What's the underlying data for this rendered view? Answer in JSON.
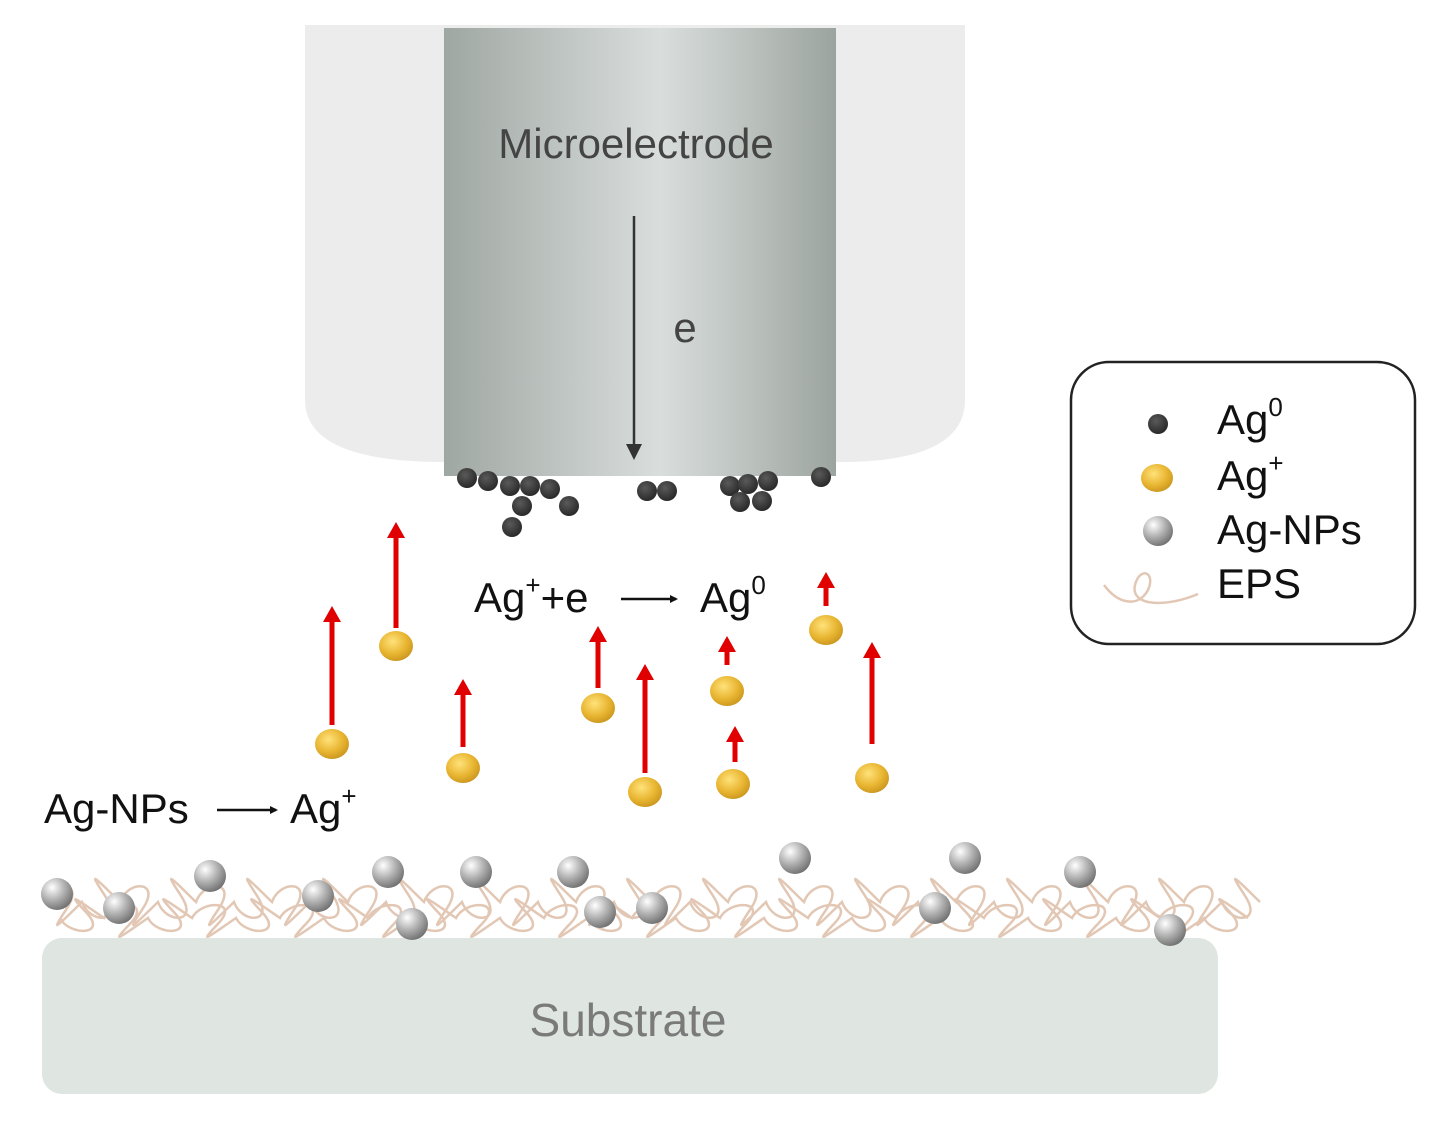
{
  "labels": {
    "microelectrode": "Microelectrode",
    "electron": "e",
    "substrate": "Substrate"
  },
  "reactions": {
    "reduction": {
      "left": "Ag",
      "left_sup": "+",
      "left_tail": "+e",
      "right": "Ag",
      "right_sup": "0"
    },
    "oxidation": {
      "left": "Ag-NPs",
      "right": "Ag",
      "right_sup": "+"
    }
  },
  "legend": [
    {
      "symbol": "dark-dot",
      "text": "Ag",
      "sup": "0"
    },
    {
      "symbol": "gold-dot",
      "text": "Ag",
      "sup": "+"
    },
    {
      "symbol": "gray-dot",
      "text": "Ag-NPs",
      "sup": ""
    },
    {
      "symbol": "fiber",
      "text": "EPS",
      "sup": ""
    }
  ],
  "colors": {
    "ag0": "#3a3a3a",
    "ag_plus": "#e3b233",
    "ag_np": "#9a9a9a",
    "eps": "#e2c7b4",
    "arrow": "#e00000",
    "substrate": "#dfe5e1",
    "electrode_core": "#a9b0ac",
    "electrode_shell": "#ececec"
  }
}
